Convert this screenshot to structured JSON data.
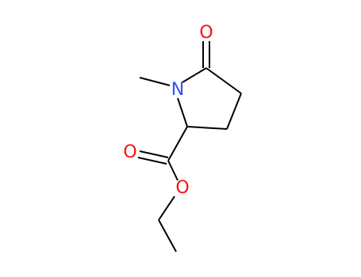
{
  "molecule": {
    "atoms": {
      "o_keto": {
        "symbol": "O",
        "color": "#ff0d0d"
      },
      "n_ring": {
        "symbol": "N",
        "color": "#3050f8"
      },
      "o_carbonyl": {
        "symbol": "O",
        "color": "#ff0d0d"
      },
      "o_ester": {
        "symbol": "O",
        "color": "#ff0d0d"
      }
    },
    "bond_color": "#000000"
  }
}
